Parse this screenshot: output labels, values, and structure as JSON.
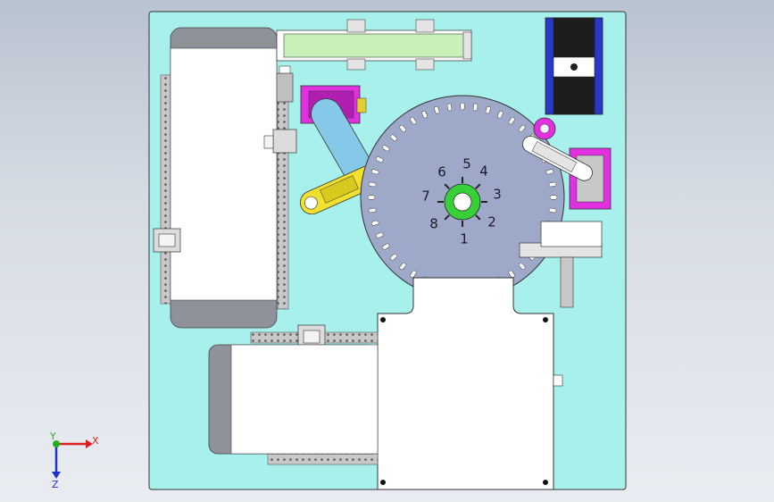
{
  "station_labels": [
    "1",
    "2",
    "3",
    "4",
    "5",
    "6",
    "7",
    "8"
  ],
  "triad": {
    "x_label": "X",
    "y_label": "Y",
    "z_label": "Z"
  },
  "colors": {
    "base_plate": "#a8f0ec",
    "turntable": "#9ea9c9",
    "feeder_green": "#c8f0b8",
    "arm_blue": "#86c8e8",
    "arm_yellow": "#f0e030",
    "magenta": "#e030e0",
    "motor_blue": "#2838c8",
    "hub_green": "#38d038",
    "rail_grey": "#9a9a9a",
    "cover_white": "#ffffff",
    "cover_grey": "#8f9299",
    "triad_x": "#e02020",
    "triad_y": "#20b020",
    "triad_z": "#2030d0"
  }
}
